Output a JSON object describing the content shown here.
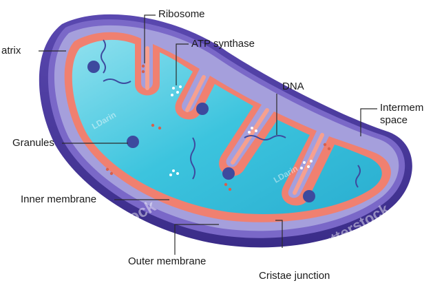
{
  "labels": {
    "matrix": "atrix",
    "ribosome": "Ribosome",
    "atp_synthase": "ATP synthase",
    "dna": "DNA",
    "intermembrane_line1": "Intermem",
    "intermembrane_line2": "space",
    "granules": "Granules",
    "inner_membrane": "Inner membrane",
    "outer_membrane": "Outer membrane",
    "cristae_junction": "Cristae junction"
  },
  "watermarks": {
    "brand": "shutterstock",
    "artist": "LDarin"
  },
  "colors": {
    "outer_membrane": "#4a3a9a",
    "outer_rim": "#7a68c8",
    "intermembrane": "#a59fdc",
    "inner_membrane": "#f08070",
    "matrix": "#35c0dc",
    "granule": "#3d4a9e",
    "ribosome": "#d8604c"
  }
}
